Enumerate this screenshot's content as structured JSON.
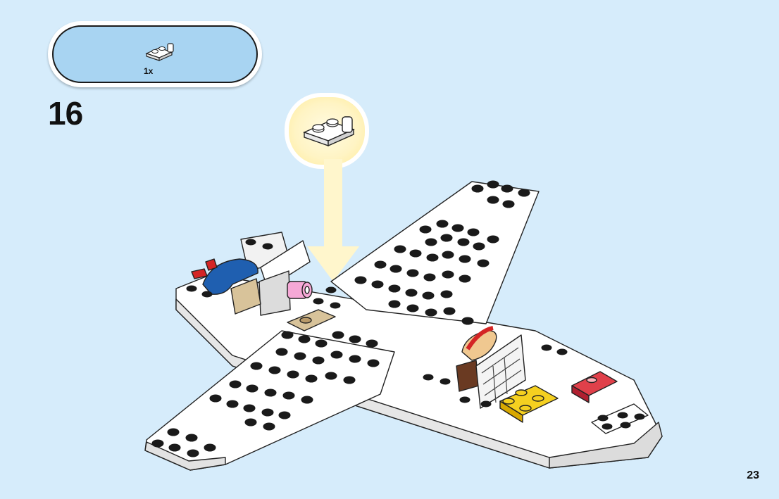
{
  "step": {
    "number": "16",
    "parts": [
      {
        "icon": "white-plate-with-clip-piece-icon",
        "quantity": "1x"
      }
    ]
  },
  "callout": {
    "icon": "white-plate-with-clip-piece-icon",
    "arrow": "placement-arrow-down-icon"
  },
  "model": {
    "icon": "lego-airplane-model-icon"
  },
  "page": {
    "number": "23"
  },
  "colors": {
    "background": "#d6ecfb",
    "parts_box": "#a8d4f2",
    "callout_glow": "#fff6cc",
    "arrow": "#fff2b8"
  }
}
